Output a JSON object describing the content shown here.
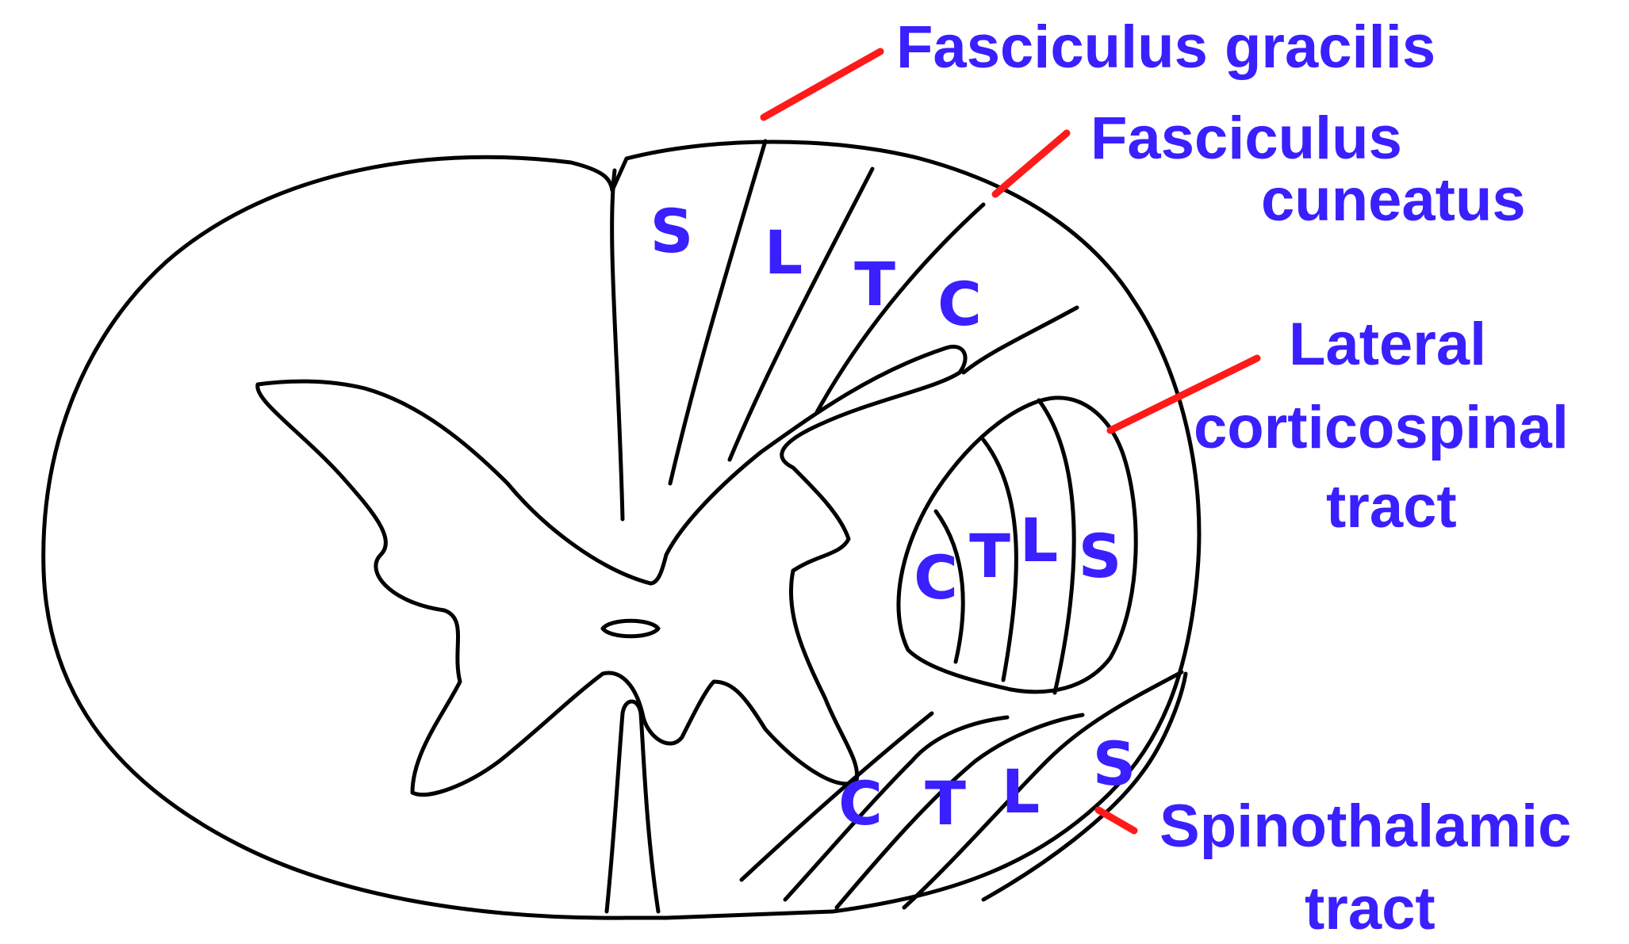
{
  "colors": {
    "outline": "#000000",
    "label": "#3a1fff",
    "leader": "#ff1a1a",
    "background": "#ffffff"
  },
  "labels": {
    "fasciculus_gracilis": "Fasciculus gracilis",
    "fasciculus_cuneatus_line1": "Fasciculus",
    "fasciculus_cuneatus_line2": "cuneatus",
    "lateral_cst_line1": "Lateral",
    "lateral_cst_line2": "corticospinal",
    "lateral_cst_line3": "tract",
    "spinothalamic_line1": "Spinothalamic",
    "spinothalamic_line2": "tract"
  },
  "dorsal_column_segments": [
    "S",
    "L",
    "T",
    "C"
  ],
  "corticospinal_segments": [
    "C",
    "T",
    "L",
    "S"
  ],
  "spinothalamic_segments": [
    "C",
    "T",
    "L",
    "S"
  ]
}
